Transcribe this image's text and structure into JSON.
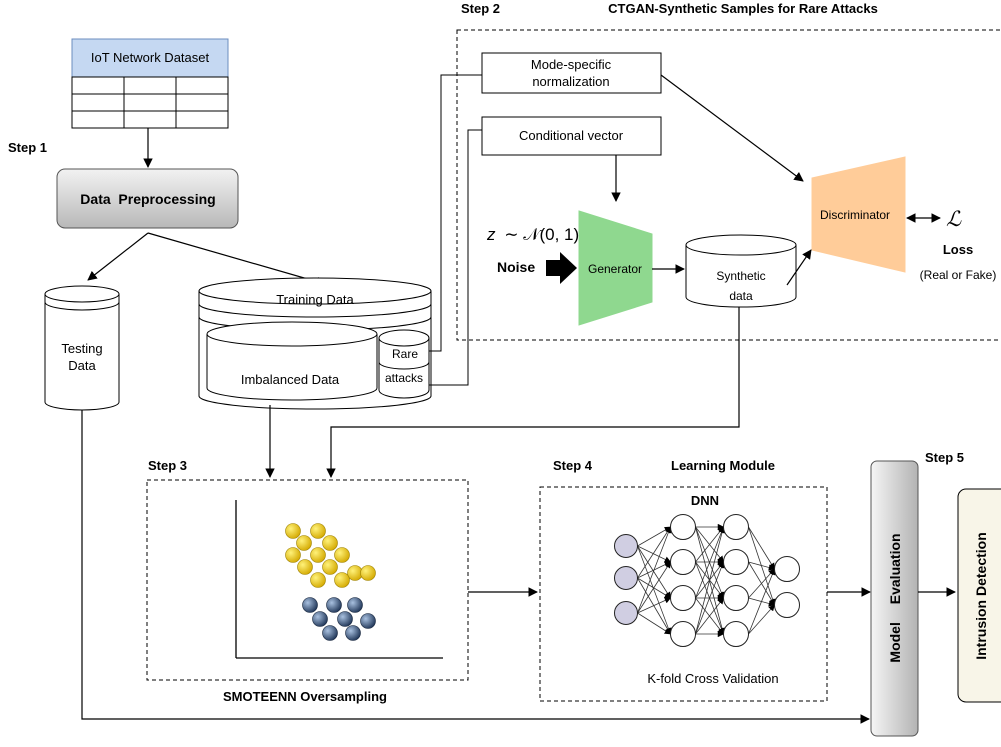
{
  "steps": {
    "step1": "Step 1",
    "step2": "Step 2",
    "step3": "Step 3",
    "step4": "Step 4",
    "step5": "Step 5"
  },
  "titles": {
    "ctgan": "CTGAN-Synthetic Samples for Rare Attacks",
    "learning_module": "Learning Module",
    "smoteenn": "SMOTEENN Oversampling",
    "dnn": "DNN",
    "kfold": "K-fold Cross Validation"
  },
  "dataset": {
    "header": "IoT Network Dataset"
  },
  "preprocessing": {
    "label": "Data  Preprocessing"
  },
  "testing": {
    "line1": "Testing",
    "line2": "Data"
  },
  "training": {
    "label": "Training Data",
    "imbalanced": "Imbalanced Data",
    "rare_line1": "Rare",
    "rare_line2": "attacks"
  },
  "gan": {
    "mode_line1": "Mode-specific",
    "mode_line2": "normalization",
    "conditional": "Conditional vector",
    "noise_formula_z": "z",
    "noise_formula_rest": "∼ 𝒩(0, 1)",
    "noise": "Noise",
    "generator": "Generator",
    "synthetic_line1": "Synthetic",
    "synthetic_line2": "data",
    "discriminator": "Discriminator",
    "loss_symbol": "ℒ",
    "loss": "Loss",
    "loss_note": "(Real or Fake)"
  },
  "evaluation": {
    "line1": "Model",
    "line2": "Evaluation",
    "detection": "Intrusion Detection"
  },
  "colors": {
    "dataset_header": "#c5d8f2",
    "dataset_header_border": "#6c8ebf",
    "generator": "#8fd88f",
    "discriminator": "#ffcc99",
    "yellow_dot": "#e6c200",
    "blue_dot": "#3d5a80",
    "input_node": "#d0cee2",
    "detection_fill": "#f8f5e8"
  }
}
